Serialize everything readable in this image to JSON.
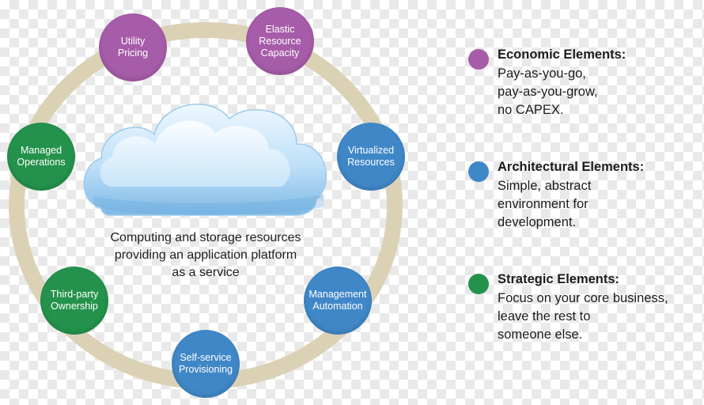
{
  "diagram": {
    "center_text": "Computing and storage resources\nproviding an application platform\nas a service",
    "nodes": [
      {
        "label": "Utility\nPricing",
        "color": "#a65ca8",
        "icon": "purple-circle"
      },
      {
        "label": "Elastic\nResource\nCapacity",
        "color": "#a65ca8",
        "icon": "purple-circle"
      },
      {
        "label": "Virtualized\nResources",
        "color": "#3f87c7",
        "icon": "blue-circle"
      },
      {
        "label": "Management\nAutomation",
        "color": "#3f87c7",
        "icon": "blue-circle"
      },
      {
        "label": "Self-service\nProvisioning",
        "color": "#3f87c7",
        "icon": "blue-circle"
      },
      {
        "label": "Third-party\nOwnership",
        "color": "#24924c",
        "icon": "green-circle"
      },
      {
        "label": "Managed\nOperations",
        "color": "#24924c",
        "icon": "green-circle"
      }
    ],
    "ring_color": "#dbd2b6",
    "cloud_icon": "cloud-icon"
  },
  "legend": [
    {
      "title": "Economic Elements:",
      "description": "Pay-as-you-go,\npay-as-you-grow,\nno CAPEX.",
      "color": "#a65ca8"
    },
    {
      "title": "Architectural Elements:",
      "description": "Simple, abstract\nenvironment for\ndevelopment.",
      "color": "#3f87c7"
    },
    {
      "title": "Strategic Elements:",
      "description": "Focus on your core business,\nleave the rest to\nsomeone else.",
      "color": "#24924c"
    }
  ]
}
